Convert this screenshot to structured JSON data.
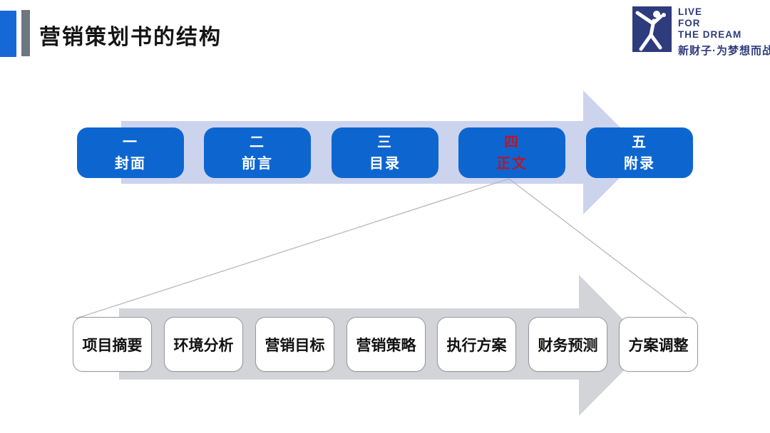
{
  "slide": {
    "title": "营销策划书的结构"
  },
  "logo": {
    "icon": "dancer-icon",
    "line1": "LIVE",
    "line2": "FOR",
    "line3": "THE DREAM",
    "tagline": "新财子·为梦想而战",
    "color": "#2e3b7d"
  },
  "top_flow": {
    "arrow_color": "#ccd3ed",
    "box_color": "#0d66d0",
    "text_color": "#ffffff",
    "highlight_text_color": "#b5182b",
    "items": [
      {
        "num": "一",
        "label": "封面"
      },
      {
        "num": "二",
        "label": "前言"
      },
      {
        "num": "三",
        "label": "目录"
      },
      {
        "num": "四",
        "label": "正文"
      },
      {
        "num": "五",
        "label": "附录"
      }
    ]
  },
  "bottom_flow": {
    "arrow_color": "#d2d4d8",
    "connector_color": "#b3b3b3",
    "items": [
      {
        "label": "项目摘要"
      },
      {
        "label": "环境分析"
      },
      {
        "label": "营销目标"
      },
      {
        "label": "营销策略"
      },
      {
        "label": "执行方案"
      },
      {
        "label": "财务预测"
      },
      {
        "label": "方案调整"
      }
    ]
  }
}
